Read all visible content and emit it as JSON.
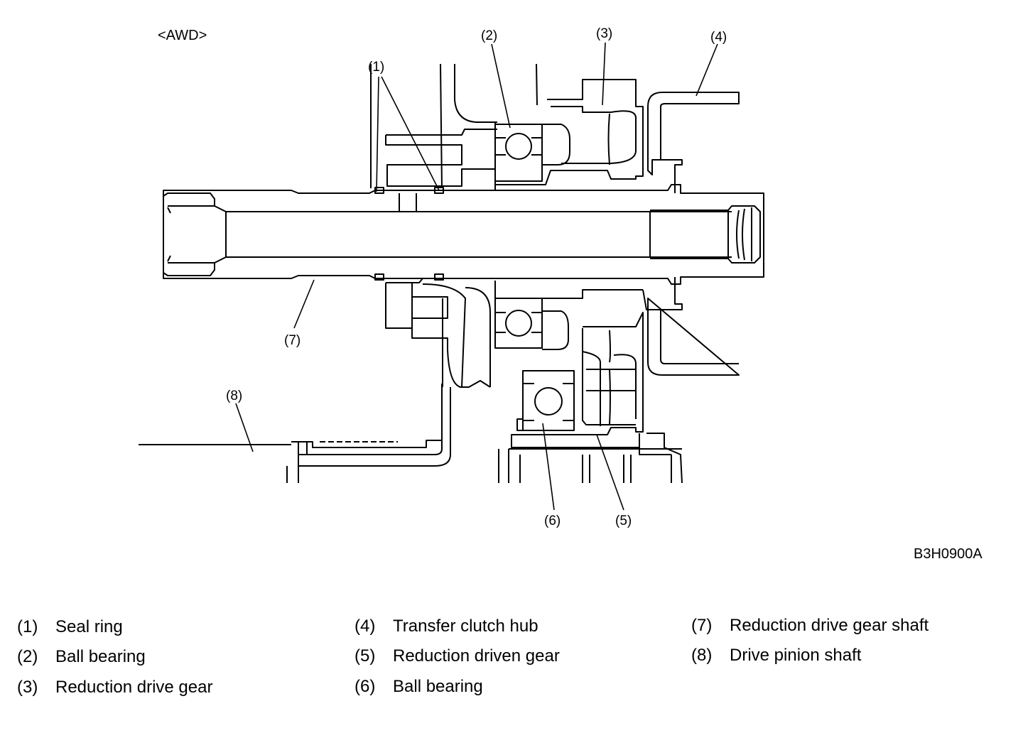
{
  "diagram": {
    "variant_label": "<AWD>",
    "figure_code": "B3H0900A",
    "callouts": [
      "(1)",
      "(2)",
      "(3)",
      "(4)",
      "(5)",
      "(6)",
      "(7)",
      "(8)"
    ]
  },
  "legend": [
    {
      "num": "(1)",
      "text": "Seal ring"
    },
    {
      "num": "(2)",
      "text": "Ball bearing"
    },
    {
      "num": "(3)",
      "text": "Reduction drive gear"
    },
    {
      "num": "(4)",
      "text": "Transfer clutch hub"
    },
    {
      "num": "(5)",
      "text": "Reduction driven gear"
    },
    {
      "num": "(6)",
      "text": "Ball bearing"
    },
    {
      "num": "(7)",
      "text": "Reduction drive gear shaft"
    },
    {
      "num": "(8)",
      "text": "Drive pinion shaft"
    }
  ]
}
